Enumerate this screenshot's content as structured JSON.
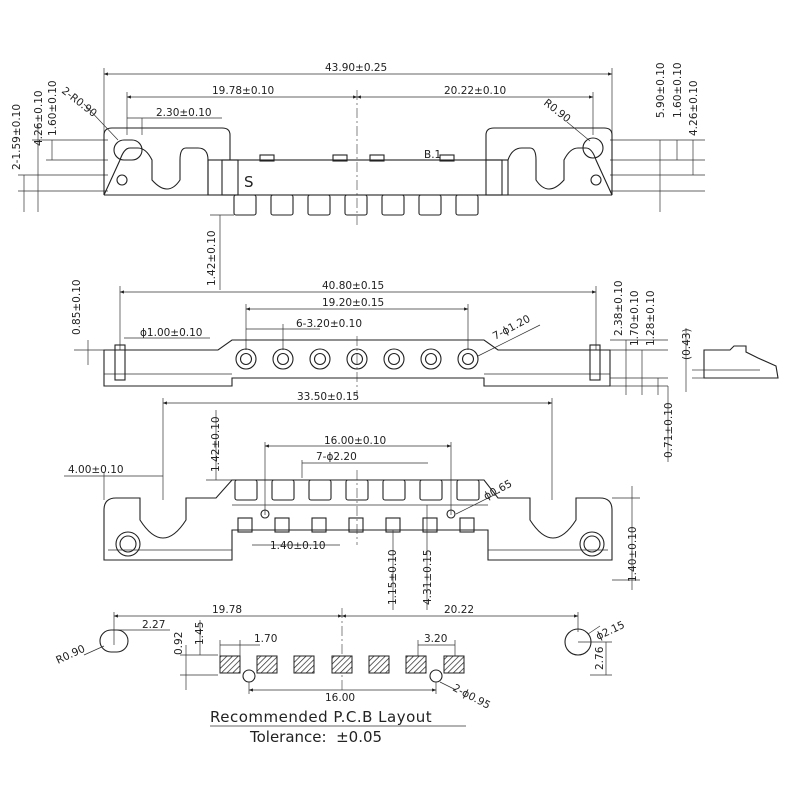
{
  "top_view": {
    "overall_width": "43.90±0.25",
    "left_to_center": "19.78±0.10",
    "right_to_center": "20.22±0.10",
    "slot_offset": "2.30±0.10",
    "radius_left": "2-R0.90",
    "radius_right": "R0.90",
    "left_height_a": "2-1.59±0.10",
    "left_height_b": "4.26±0.10",
    "left_height_c": "1.60±0.10",
    "right_height_a": "5.90±0.10",
    "right_height_b": "1.60±0.10",
    "right_height_c": "4.26±0.10",
    "pin_length": "1.42±0.10",
    "revision_mark": "B.1",
    "part_letter": "S"
  },
  "front_view": {
    "hole_span": "40.80±0.15",
    "pitch_span": "19.20±0.15",
    "pitch": "6-3.20±0.10",
    "peg_dia": "ϕ1.00±0.10",
    "contact_dia": "7-ϕ1.20",
    "left_height": "0.85±0.10",
    "right_height_a": "2.38±0.10",
    "right_height_b": "1.70±0.10",
    "right_height_c": "1.28±0.10",
    "side_ref": "(0.43)"
  },
  "bottom_view": {
    "span": "33.50±0.15",
    "post_height": "1.42±0.10",
    "left_width": "4.00±0.10",
    "pad_span": "16.00±0.10",
    "pad_dia": "7-ϕ2.20",
    "small_dia": "ϕ0.65",
    "pad_gap": "1.40±0.10",
    "height_a": "1.15±0.10",
    "height_b": "4.31±0.15",
    "right_height": "1.40±0.10",
    "right_thickness": "0.71±0.10"
  },
  "pcb_layout": {
    "left_dim": "19.78",
    "right_dim": "20.22",
    "hole_offset": "2.27",
    "pad_height_a": "1.45",
    "pad_height_b": "0.92",
    "pad_width": "1.70",
    "pad_pitch": "3.20",
    "pad_span": "16.00",
    "big_hole_dia": "ϕ2.15",
    "big_hole_height": "2.76",
    "small_holes": "2-ϕ0.95",
    "radius": "R0.90",
    "title": "Recommended P.C.B Layout",
    "tolerance": "Tolerance:  ±0.05"
  }
}
